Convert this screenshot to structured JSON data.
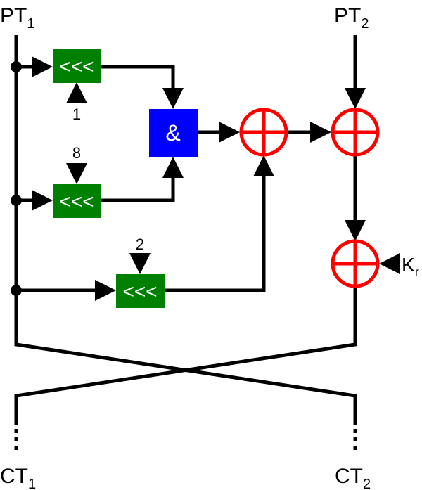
{
  "labels": {
    "pt1": "PT",
    "pt1_sub": "1",
    "pt2": "PT",
    "pt2_sub": "2",
    "ct1": "CT",
    "ct1_sub": "1",
    "ct2": "CT",
    "ct2_sub": "2",
    "key": "K",
    "key_sub": "r"
  },
  "rotations": [
    {
      "symbol": "<<<",
      "amount": "1"
    },
    {
      "symbol": "<<<",
      "amount": "8"
    },
    {
      "symbol": "<<<",
      "amount": "2"
    }
  ],
  "and_gate": {
    "symbol": "&"
  },
  "colors": {
    "rotate": "#008000",
    "and": "#0000ff",
    "xor": "#ff0000",
    "line": "#000000"
  }
}
